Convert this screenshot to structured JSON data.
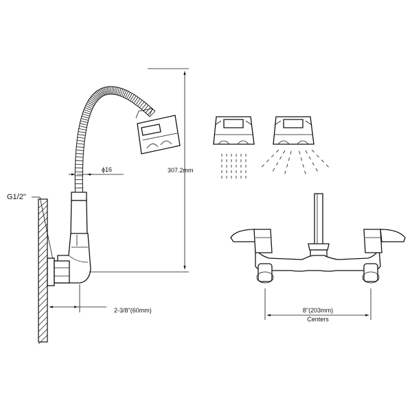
{
  "diagram": {
    "labels": {
      "thread": "G1/2\"",
      "hose_diameter": "ϕ16",
      "height": "307.2mm",
      "offset": "2-3/8\"(60mm)",
      "centers_value": "8\"(203mm)",
      "centers_word": "Centers"
    },
    "colors": {
      "line": "#111111",
      "background": "#ffffff"
    }
  }
}
